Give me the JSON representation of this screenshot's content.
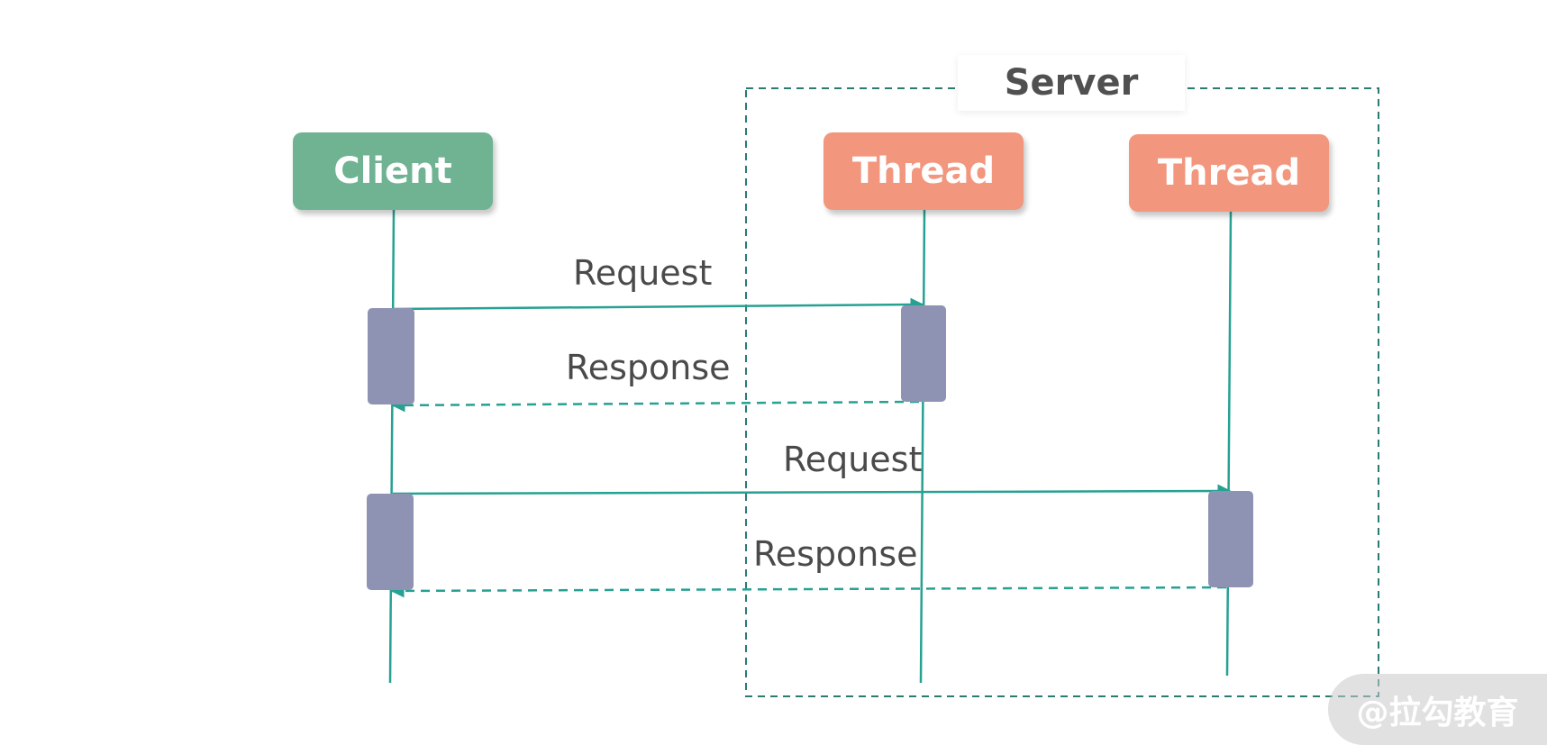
{
  "server": {
    "label": "Server"
  },
  "participants": [
    {
      "label": "Client",
      "color": "#6fb393"
    },
    {
      "label": "Thread",
      "color": "#f2967e"
    },
    {
      "label": "Thread",
      "color": "#f2967e"
    }
  ],
  "messages": [
    {
      "label": "Request"
    },
    {
      "label": "Response"
    },
    {
      "label": "Request"
    },
    {
      "label": "Response"
    }
  ],
  "colors": {
    "line": "#26a192",
    "activation": "#8e93b3",
    "server_border": "#2a7b74"
  },
  "watermark": {
    "text": "@拉勾教育"
  }
}
